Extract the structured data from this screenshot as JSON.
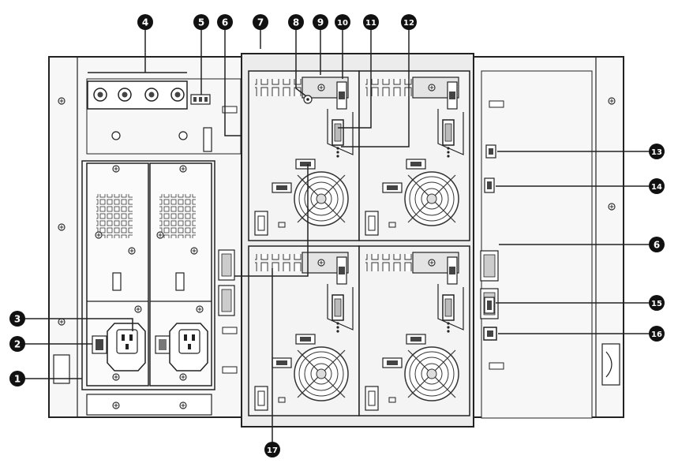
{
  "callouts": [
    {
      "id": "c1",
      "label": "1"
    },
    {
      "id": "c2",
      "label": "2"
    },
    {
      "id": "c3",
      "label": "3"
    },
    {
      "id": "c4",
      "label": "4"
    },
    {
      "id": "c5",
      "label": "5"
    },
    {
      "id": "c6a",
      "label": "6"
    },
    {
      "id": "c6b",
      "label": "6"
    },
    {
      "id": "c7",
      "label": "7"
    },
    {
      "id": "c8",
      "label": "8"
    },
    {
      "id": "c9",
      "label": "9"
    },
    {
      "id": "c10",
      "label": "10"
    },
    {
      "id": "c11",
      "label": "11"
    },
    {
      "id": "c12",
      "label": "12"
    },
    {
      "id": "c13",
      "label": "13"
    },
    {
      "id": "c14",
      "label": "14"
    },
    {
      "id": "c15",
      "label": "15"
    },
    {
      "id": "c16",
      "label": "16"
    },
    {
      "id": "c17",
      "label": "17"
    }
  ],
  "colors": {
    "line": "#222222",
    "fill_light": "#f4f4f4",
    "fill_mid": "#d9d9d9",
    "fill_dark": "#444444",
    "callout_bg": "#111111"
  }
}
